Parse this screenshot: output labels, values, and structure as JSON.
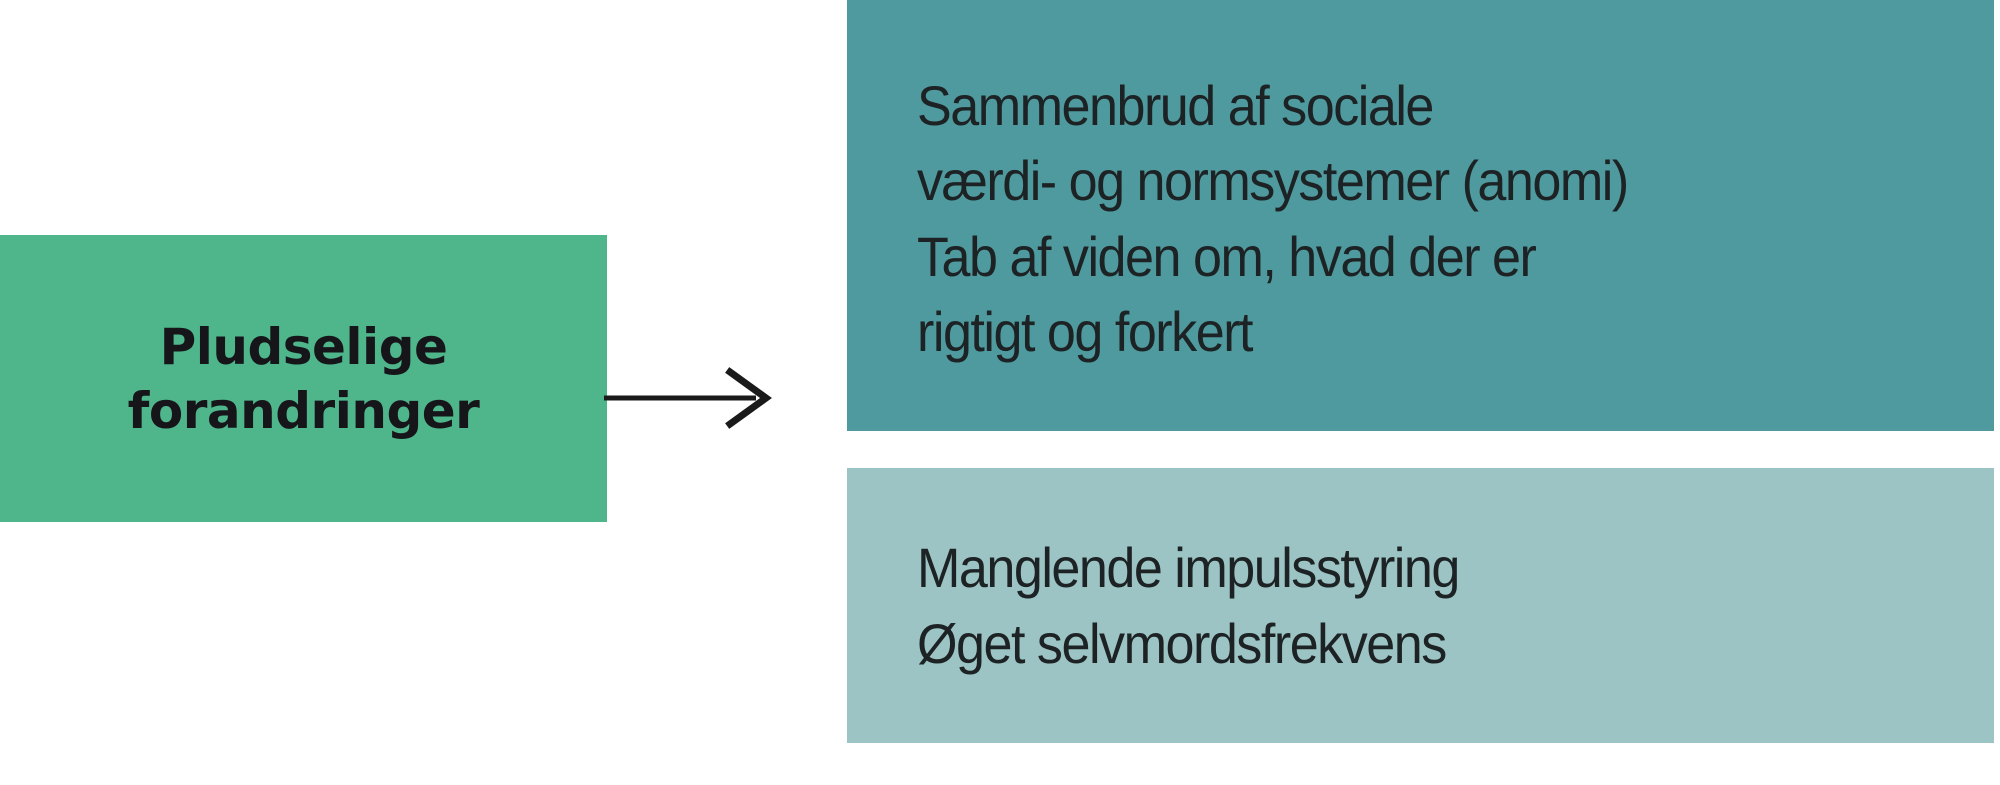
{
  "diagram": {
    "type": "cause-effect-flow",
    "background_color": "#ffffff",
    "cause": {
      "label": "Pludselige\nforandringer",
      "line1": "Pludselige",
      "line2": "forandringer",
      "fill_color": "#4fb68c",
      "text_color": "#16161a"
    },
    "connector": {
      "icon": "arrow-right-icon",
      "direction": "right",
      "color": "#1a1a1a"
    },
    "effects": [
      {
        "id": "primary",
        "text": "Sammenbrud af sociale\nværdi- og normsystemer (anomi)\nTab af viden om, hvad der er\nrigtigt og forkert",
        "lines": [
          "Sammenbrud af sociale",
          "værdi- og normsystemer (anomi)",
          "Tab af viden om, hvad der er",
          "rigtigt og forkert"
        ],
        "fill_color": "#4e9a9e",
        "text_color": "#1d2224"
      },
      {
        "id": "secondary",
        "text": "Manglende impulsstyring\nØget selvmordsfrekvens",
        "lines": [
          "Manglende impulsstyring",
          "Øget selvmordsfrekvens"
        ],
        "fill_color": "#9cc4c4",
        "text_color": "#1d2224"
      }
    ]
  }
}
